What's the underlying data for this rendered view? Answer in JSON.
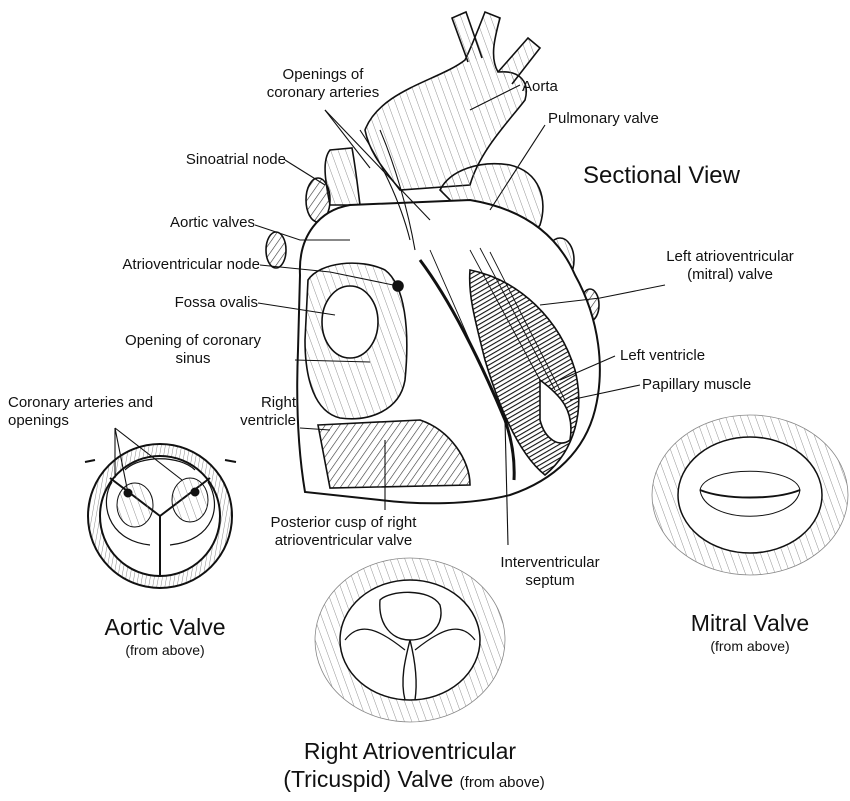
{
  "labels": {
    "openings_coronary_arteries_1": "Openings of",
    "openings_coronary_arteries_2": "coronary arteries",
    "aorta": "Aorta",
    "pulmonary_valve": "Pulmonary valve",
    "sinoatrial_node": "Sinoatrial node",
    "sectional_view": "Sectional View",
    "aortic_valves": "Aortic valves",
    "atrioventricular_node": "Atrioventricular node",
    "left_av_valve_1": "Left atrioventricular",
    "left_av_valve_2": "(mitral) valve",
    "fossa_ovalis": "Fossa ovalis",
    "opening_coronary_sinus_1": "Opening of coronary",
    "opening_coronary_sinus_2": "sinus",
    "left_ventricle": "Left ventricle",
    "papillary_muscle": "Papillary muscle",
    "coronary_arteries_openings_1": "Coronary arteries and",
    "coronary_arteries_openings_2": "openings",
    "right_ventricle_1": "Right",
    "right_ventricle_2": "ventricle",
    "posterior_cusp_1": "Posterior cusp of right",
    "posterior_cusp_2": "atrioventricular valve",
    "interventricular_septum_1": "Interventricular",
    "interventricular_septum_2": "septum"
  },
  "captions": {
    "aortic_valve": "Aortic Valve",
    "aortic_valve_sub": "(from above)",
    "mitral_valve": "Mitral Valve",
    "mitral_valve_sub": "(from above)",
    "tricuspid_line1": "Right Atrioventricular",
    "tricuspid_line2": "(Tricuspid) Valve",
    "tricuspid_sub": "(from above)"
  },
  "colors": {
    "ink": "#111111",
    "background": "#ffffff",
    "shade": "#6a6a6a"
  }
}
